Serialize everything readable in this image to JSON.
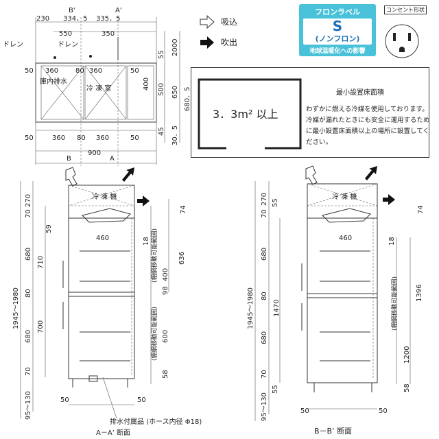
{
  "legend": {
    "intake": "吸込",
    "exhaust": "吹出"
  },
  "flon_label": {
    "title": "フロンラベル",
    "grade": "S",
    "sub": "(ノンフロン)",
    "impact": "地球温暖化への影響"
  },
  "consent_label": "コンセント形状",
  "notice": {
    "area": "3．3m² 以上",
    "heading": "最小設置床面積",
    "body1": "わずかに燃える冷媒を使用しております。",
    "body2": "冷媒が漏れたときにも安全に運用するため",
    "body3": "に最小設置床面積以上の場所に設置してく",
    "body4": "ださい。"
  },
  "plan": {
    "dims_top": [
      "230",
      "334．5",
      "335．5"
    ],
    "dims_top2": [
      "550",
      "350"
    ],
    "section_marks": [
      "B'",
      "A'",
      "B",
      "A"
    ],
    "drain_left": "ドレン",
    "drain_right": "ドレン",
    "inner_left": "庫内排水",
    "inner_right": "冷 凍 室",
    "inner_widths": [
      "360",
      "80",
      "360"
    ],
    "side_50": "50",
    "side_50b": "50",
    "bottom_dims": [
      "50",
      "360",
      "80",
      "360",
      "50"
    ],
    "total_width": "900",
    "right_dims": [
      "2000",
      "55",
      "400",
      "500",
      "650",
      "680．5",
      "45",
      "30．5"
    ]
  },
  "sec_a": {
    "title": "A－A’ 断面",
    "machine": "冷 凍 機",
    "drain_note": "排水付属品 (ホース内径 Φ18)",
    "shelf_depth": "460",
    "left_dims": [
      "270",
      "70",
      "59",
      "680",
      "710",
      "80",
      "700",
      "680",
      "70",
      "95～130"
    ],
    "total_h": "1945～1980",
    "right_dims": [
      "74",
      "18",
      "636",
      "400",
      "98",
      "600",
      "58"
    ],
    "shelf_range_1": "(棚網移動可能範囲)",
    "shelf_range_2": "(棚網移動可能範囲)",
    "bottom_dims": [
      "50",
      "50"
    ]
  },
  "sec_b": {
    "title": "B－B’ 断面",
    "machine": "冷 凍 機",
    "shelf_depth": "460",
    "left_dims": [
      "270",
      "55",
      "70",
      "680",
      "80",
      "1470",
      "680",
      "70",
      "55",
      "95～130"
    ],
    "total_h": "1945～1980",
    "right_dims": [
      "74",
      "18",
      "1396",
      "1200",
      "58"
    ],
    "shelf_range": "(棚網移動可能範囲)",
    "bottom_dims": [
      "50",
      "50"
    ]
  }
}
